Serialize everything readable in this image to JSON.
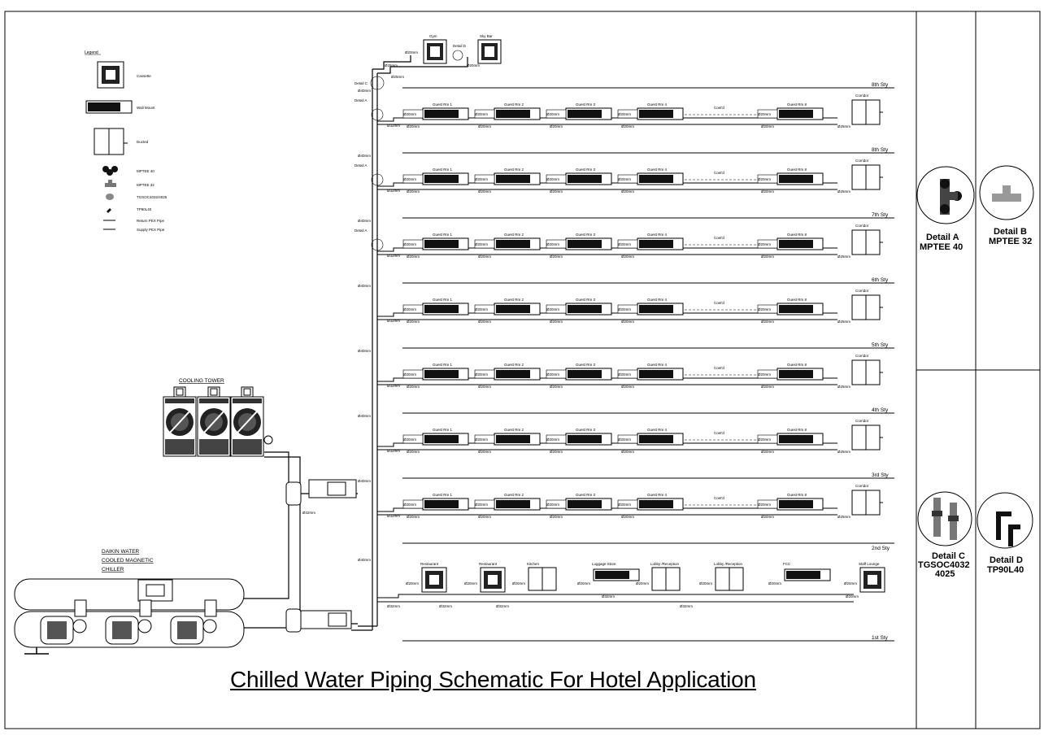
{
  "title": "Chilled Water Piping Schematic For Hotel Application",
  "legend": {
    "heading": "Legend",
    "items": [
      "Cassette",
      "Wall Mount",
      "Ducted",
      "MPTEE 40",
      "MPTEE 32",
      "TGSOC4032/4025",
      "TP90L40",
      "Return PEX Pipe",
      "Supply PEX Pipe"
    ]
  },
  "equipment": {
    "cooling_tower": "COOLING TOWER",
    "chiller": [
      "DAIKIN WATER",
      "COOLED MAGNETIC",
      "CHILLER"
    ],
    "pipe_42": "Ø42mm"
  },
  "top_units": [
    "Gym",
    "Sky Bar"
  ],
  "guest_rooms": [
    "Guest Rm 1",
    "Guest Rm 2",
    "Guest Rm 3",
    "Guest Rm 4",
    "Cont'd",
    "Guest Rm 8"
  ],
  "corridor": "Corridor",
  "floors": [
    "8th Sty",
    "8th Sty",
    "7th Sty",
    "6th Sty",
    "5th Sty",
    "4th Sty",
    "3rd Sty",
    "2nd Sty",
    "1st Sty"
  ],
  "ground_rooms": [
    "Restaurant",
    "Restaurant",
    "Kitchen",
    "Luggage Store",
    "Lobby /Reception",
    "Lobby /Reception",
    "FCC",
    "Staff Lounge"
  ],
  "riser_labels": [
    "Ø40mm",
    "Ø40mm",
    "Ø40mm",
    "Ø40mm",
    "Ø40mm",
    "Ø40mm",
    "Ø40mm",
    "Ø40mm"
  ],
  "pipe_labels": {
    "p20": "Ø20mm",
    "p32": "Ø32mm",
    "p25": "Ø25mm"
  },
  "detail_tags": {
    "a": "Detail A",
    "c": "Detail C",
    "d": "Detail D"
  },
  "details": [
    {
      "name": "Detail A",
      "part": "MPTEE 40"
    },
    {
      "name": "Detail B",
      "part": "MPTEE 32"
    },
    {
      "name": "Detail C",
      "part": "TGSOC4032",
      "part2": "4025"
    },
    {
      "name": "Detail D",
      "part": "TP90L40"
    }
  ]
}
